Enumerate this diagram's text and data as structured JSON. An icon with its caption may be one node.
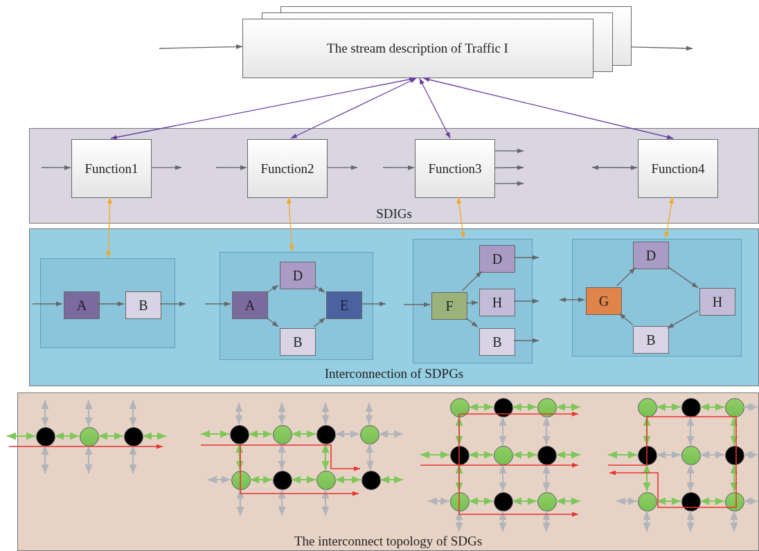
{
  "diagram": {
    "nodes": [
      {
        "text": [
          "The stream description of Traffic I"
        ]
      },
      {
        "text": [
          "SDIGs"
        ]
      },
      {
        "text": [
          "Function1"
        ],
        "in": 1
      },
      {
        "text": [
          "Function2"
        ],
        "in": 1
      },
      {
        "text": [
          "Function3"
        ],
        "in": 1
      },
      {
        "text": [
          "Function4"
        ],
        "in": 1
      },
      {
        "text": [
          "Interconnection of SDPGs"
        ]
      },
      {
        "text": [],
        "shape": "box",
        "in": 6
      },
      {
        "text": [
          "A"
        ],
        "in": 7
      },
      {
        "text": [
          "B"
        ],
        "in": 7
      },
      {
        "text": [],
        "shape": "box",
        "in": 6
      },
      {
        "text": [
          "A"
        ],
        "in": 10
      },
      {
        "text": [
          "D"
        ],
        "in": 10
      },
      {
        "text": [
          "B"
        ],
        "in": 10
      },
      {
        "text": [
          "E"
        ],
        "in": 10
      },
      {
        "text": [],
        "shape": "box",
        "in": 6
      },
      {
        "text": [
          "F"
        ],
        "in": 15
      },
      {
        "text": [
          "D"
        ],
        "in": 15
      },
      {
        "text": [
          "H"
        ],
        "in": 15
      },
      {
        "text": [
          "B"
        ],
        "in": 15
      },
      {
        "text": [],
        "shape": "box",
        "in": 6
      },
      {
        "text": [
          "G"
        ],
        "in": 20
      },
      {
        "text": [
          "D"
        ],
        "in": 20
      },
      {
        "text": [
          "H"
        ],
        "in": 20
      },
      {
        "text": [
          "B"
        ],
        "in": 20
      },
      {
        "text": [
          "The interconnect topology of SDGs"
        ]
      },
      {
        "text": [],
        "shape": "circle",
        "in": 25
      },
      {
        "text": [],
        "shape": "circle",
        "in": 25
      },
      {
        "text": [],
        "shape": "circle",
        "in": 25
      },
      {
        "text": [],
        "shape": "circle",
        "in": 25
      },
      {
        "text": [],
        "shape": "circle",
        "in": 25
      },
      {
        "text": [],
        "shape": "circle",
        "in": 25
      },
      {
        "text": [],
        "shape": "circle",
        "in": 25
      },
      {
        "text": [],
        "shape": "circle",
        "in": 25
      },
      {
        "text": [],
        "shape": "circle",
        "in": 25
      },
      {
        "text": [],
        "shape": "circle",
        "in": 25
      },
      {
        "text": [],
        "shape": "circle",
        "in": 25
      },
      {
        "text": [],
        "shape": "circle",
        "in": 25
      },
      {
        "text": [],
        "shape": "circle",
        "in": 25
      },
      {
        "text": [],
        "shape": "circle",
        "in": 25
      },
      {
        "text": [],
        "shape": "circle",
        "in": 25
      },
      {
        "text": [],
        "shape": "circle",
        "in": 25
      },
      {
        "text": [],
        "shape": "circle",
        "in": 25
      },
      {
        "text": [],
        "shape": "circle",
        "in": 25
      },
      {
        "text": [],
        "shape": "circle",
        "in": 25
      },
      {
        "text": [],
        "shape": "circle",
        "in": 25
      },
      {
        "text": [],
        "shape": "circle",
        "in": 25
      },
      {
        "text": [],
        "shape": "circle",
        "in": 25
      },
      {
        "text": [],
        "shape": "circle",
        "in": 25
      },
      {
        "text": [],
        "shape": "circle",
        "in": 25
      },
      {
        "text": [],
        "shape": "circle",
        "in": 25
      },
      {
        "text": [],
        "shape": "circle",
        "in": 25
      },
      {
        "text": [],
        "shape": "circle",
        "in": 25
      },
      {
        "text": [],
        "shape": "circle",
        "in": 25
      },
      {
        "text": [],
        "shape": "circle",
        "in": 25
      }
    ],
    "edges": [
      {
        "from": null,
        "to": 0,
        "arrow": "to"
      },
      {
        "from": 0,
        "to": null,
        "arrow": "to"
      },
      {
        "from": 0,
        "to": 2,
        "arrow": "both",
        "color": "#6b3fa0"
      },
      {
        "from": 0,
        "to": 3,
        "arrow": "both",
        "color": "#6b3fa0"
      },
      {
        "from": 0,
        "to": 4,
        "arrow": "both",
        "color": "#6b3fa0"
      },
      {
        "from": 0,
        "to": 5,
        "arrow": "both",
        "color": "#6b3fa0"
      },
      {
        "from": null,
        "to": 2,
        "arrow": "to"
      },
      {
        "from": 2,
        "to": null,
        "arrow": "to"
      },
      {
        "from": null,
        "to": 3,
        "arrow": "to"
      },
      {
        "from": 3,
        "to": null,
        "arrow": "to"
      },
      {
        "from": null,
        "to": 4,
        "arrow": "to"
      },
      {
        "from": 4,
        "to": null,
        "arrow": "to"
      },
      {
        "from": 4,
        "to": null,
        "arrow": "to"
      },
      {
        "from": 4,
        "to": null,
        "arrow": "to"
      },
      {
        "from": null,
        "to": 5,
        "arrow": "both"
      },
      {
        "from": 2,
        "to": 7,
        "arrow": "both",
        "color": "#f5a623"
      },
      {
        "from": 3,
        "to": 10,
        "arrow": "both",
        "color": "#f5a623"
      },
      {
        "from": 4,
        "to": 15,
        "arrow": "both",
        "color": "#f5a623"
      },
      {
        "from": 5,
        "to": 20,
        "arrow": "both",
        "color": "#f5a623"
      },
      {
        "from": null,
        "to": 8,
        "arrow": "to"
      },
      {
        "from": 8,
        "to": 9,
        "arrow": "to"
      },
      {
        "from": 9,
        "to": null,
        "arrow": "to"
      },
      {
        "from": null,
        "to": 11,
        "arrow": "to"
      },
      {
        "from": 11,
        "to": 12,
        "arrow": "to"
      },
      {
        "from": 11,
        "to": 13,
        "arrow": "to"
      },
      {
        "from": 12,
        "to": 14,
        "arrow": "to"
      },
      {
        "from": 13,
        "to": 14,
        "arrow": "to"
      },
      {
        "from": 14,
        "to": null,
        "arrow": "to"
      },
      {
        "from": null,
        "to": 16,
        "arrow": "to"
      },
      {
        "from": 16,
        "to": 17,
        "arrow": "to"
      },
      {
        "from": 16,
        "to": 18,
        "arrow": "to"
      },
      {
        "from": 16,
        "to": 19,
        "arrow": "to"
      },
      {
        "from": 17,
        "to": null,
        "arrow": "to"
      },
      {
        "from": 18,
        "to": null,
        "arrow": "to"
      },
      {
        "from": 19,
        "to": null,
        "arrow": "to"
      },
      {
        "from": null,
        "to": 21,
        "arrow": "both"
      },
      {
        "from": 21,
        "to": 22,
        "arrow": "to"
      },
      {
        "from": 22,
        "to": 23,
        "arrow": "to"
      },
      {
        "from": 23,
        "to": 24,
        "arrow": "to"
      },
      {
        "from": 24,
        "to": 21,
        "arrow": "to"
      },
      {
        "from": 26,
        "to": null,
        "arrow": "both",
        "color": "#7ec75a"
      },
      {
        "from": 26,
        "to": 27,
        "arrow": "both",
        "color": "#7ec75a"
      },
      {
        "from": 27,
        "to": 28,
        "arrow": "both",
        "color": "#7ec75a"
      },
      {
        "from": 28,
        "to": null,
        "arrow": "both",
        "color": "#7ec75a"
      },
      {
        "from": 26,
        "to": null,
        "arrow": "both",
        "color": "#b1b4ba"
      },
      {
        "from": 27,
        "to": null,
        "arrow": "both",
        "color": "#b1b4ba"
      },
      {
        "from": 28,
        "to": null,
        "arrow": "both",
        "color": "#b1b4ba"
      },
      {
        "from": 26,
        "to": null,
        "arrow": "both",
        "color": "#b1b4ba"
      },
      {
        "from": 27,
        "to": null,
        "arrow": "both",
        "color": "#b1b4ba"
      },
      {
        "from": 28,
        "to": null,
        "arrow": "both",
        "color": "#b1b4ba"
      },
      {
        "from": 29,
        "to": null,
        "arrow": "both",
        "color": "#7ec75a"
      },
      {
        "from": 29,
        "to": 30,
        "arrow": "both",
        "color": "#7ec75a"
      },
      {
        "from": 30,
        "to": 31,
        "arrow": "both",
        "color": "#7ec75a"
      },
      {
        "from": 31,
        "to": 32,
        "arrow": "both",
        "color": "#b1b4ba"
      },
      {
        "from": 32,
        "to": null,
        "arrow": "both",
        "color": "#b1b4ba"
      },
      {
        "from": 29,
        "to": null,
        "arrow": "both",
        "color": "#b1b4ba"
      },
      {
        "from": 30,
        "to": null,
        "arrow": "both",
        "color": "#b1b4ba"
      },
      {
        "from": 31,
        "to": null,
        "arrow": "both",
        "color": "#b1b4ba"
      },
      {
        "from": 32,
        "to": null,
        "arrow": "both",
        "color": "#b1b4ba"
      },
      {
        "from": 29,
        "to": 33,
        "arrow": "both",
        "color": "#7ec75a"
      },
      {
        "from": 30,
        "to": 34,
        "arrow": "both",
        "color": "#b1b4ba"
      },
      {
        "from": 31,
        "to": 35,
        "arrow": "both",
        "color": "#7ec75a"
      },
      {
        "from": 32,
        "to": 36,
        "arrow": "both",
        "color": "#b1b4ba"
      },
      {
        "from": 33,
        "to": null,
        "arrow": "both",
        "color": "#b1b4ba"
      },
      {
        "from": 33,
        "to": 34,
        "arrow": "both",
        "color": "#7ec75a"
      },
      {
        "from": 34,
        "to": 35,
        "arrow": "both",
        "color": "#7ec75a"
      },
      {
        "from": 35,
        "to": 36,
        "arrow": "both",
        "color": "#7ec75a"
      },
      {
        "from": 36,
        "to": null,
        "arrow": "both",
        "color": "#7ec75a"
      },
      {
        "from": 33,
        "to": null,
        "arrow": "both",
        "color": "#b1b4ba"
      },
      {
        "from": 34,
        "to": null,
        "arrow": "both",
        "color": "#b1b4ba"
      },
      {
        "from": 35,
        "to": null,
        "arrow": "both",
        "color": "#b1b4ba"
      },
      {
        "from": 37,
        "to": 38,
        "arrow": "both",
        "color": "#7ec75a"
      },
      {
        "from": 38,
        "to": 39,
        "arrow": "both",
        "color": "#7ec75a"
      },
      {
        "from": 39,
        "to": null,
        "arrow": "both",
        "color": "#7ec75a"
      },
      {
        "from": 40,
        "to": null,
        "arrow": "both",
        "color": "#7ec75a"
      },
      {
        "from": 40,
        "to": 41,
        "arrow": "both",
        "color": "#7ec75a"
      },
      {
        "from": 41,
        "to": 42,
        "arrow": "both",
        "color": "#7ec75a"
      },
      {
        "from": 42,
        "to": null,
        "arrow": "both",
        "color": "#7ec75a"
      },
      {
        "from": 43,
        "to": null,
        "arrow": "both",
        "color": "#b1b4ba"
      },
      {
        "from": 43,
        "to": 44,
        "arrow": "both",
        "color": "#7ec75a"
      },
      {
        "from": 44,
        "to": 45,
        "arrow": "both",
        "color": "#7ec75a"
      },
      {
        "from": 45,
        "to": null,
        "arrow": "both",
        "color": "#7ec75a"
      },
      {
        "from": 37,
        "to": 40,
        "arrow": "both",
        "color": "#7ec75a"
      },
      {
        "from": 38,
        "to": 41,
        "arrow": "both",
        "color": "#b1b4ba"
      },
      {
        "from": 39,
        "to": 42,
        "arrow": "both",
        "color": "#b1b4ba"
      },
      {
        "from": 40,
        "to": 43,
        "arrow": "both",
        "color": "#7ec75a"
      },
      {
        "from": 41,
        "to": 44,
        "arrow": "both",
        "color": "#b1b4ba"
      },
      {
        "from": 42,
        "to": 45,
        "arrow": "both",
        "color": "#b1b4ba"
      },
      {
        "from": 43,
        "to": null,
        "arrow": "both",
        "color": "#b1b4ba"
      },
      {
        "from": 44,
        "to": null,
        "arrow": "both",
        "color": "#b1b4ba"
      },
      {
        "from": 45,
        "to": null,
        "arrow": "both",
        "color": "#b1b4ba"
      },
      {
        "from": 46,
        "to": 47,
        "arrow": "both",
        "color": "#7ec75a"
      },
      {
        "from": 47,
        "to": 48,
        "arrow": "both",
        "color": "#7ec75a"
      },
      {
        "from": 48,
        "to": null,
        "arrow": "both",
        "color": "#b1b4ba"
      },
      {
        "from": 49,
        "to": null,
        "arrow": "both",
        "color": "#7ec75a"
      },
      {
        "from": 49,
        "to": 50,
        "arrow": "both",
        "color": "#b1b4ba"
      },
      {
        "from": 50,
        "to": 51,
        "arrow": "both",
        "color": "#b1b4ba"
      },
      {
        "from": 51,
        "to": null,
        "arrow": "both",
        "color": "#b1b4ba"
      },
      {
        "from": 52,
        "to": null,
        "arrow": "both",
        "color": "#b1b4ba"
      },
      {
        "from": 52,
        "to": 53,
        "arrow": "both",
        "color": "#7ec75a"
      },
      {
        "from": 53,
        "to": 54,
        "arrow": "both",
        "color": "#7ec75a"
      },
      {
        "from": 54,
        "to": null,
        "arrow": "both",
        "color": "#b1b4ba"
      },
      {
        "from": 46,
        "to": 49,
        "arrow": "both",
        "color": "#7ec75a"
      },
      {
        "from": 47,
        "to": 50,
        "arrow": "both",
        "color": "#b1b4ba"
      },
      {
        "from": 48,
        "to": 51,
        "arrow": "both",
        "color": "#7ec75a"
      },
      {
        "from": 49,
        "to": 52,
        "arrow": "both",
        "color": "#7ec75a"
      },
      {
        "from": 50,
        "to": 53,
        "arrow": "both",
        "color": "#b1b4ba"
      },
      {
        "from": 51,
        "to": 54,
        "arrow": "both",
        "color": "#7ec75a"
      },
      {
        "from": 52,
        "to": null,
        "arrow": "both",
        "color": "#b1b4ba"
      },
      {
        "from": 53,
        "to": null,
        "arrow": "both",
        "color": "#b1b4ba"
      },
      {
        "from": 54,
        "to": null,
        "arrow": "both",
        "color": "#b1b4ba"
      }
    ]
  }
}
